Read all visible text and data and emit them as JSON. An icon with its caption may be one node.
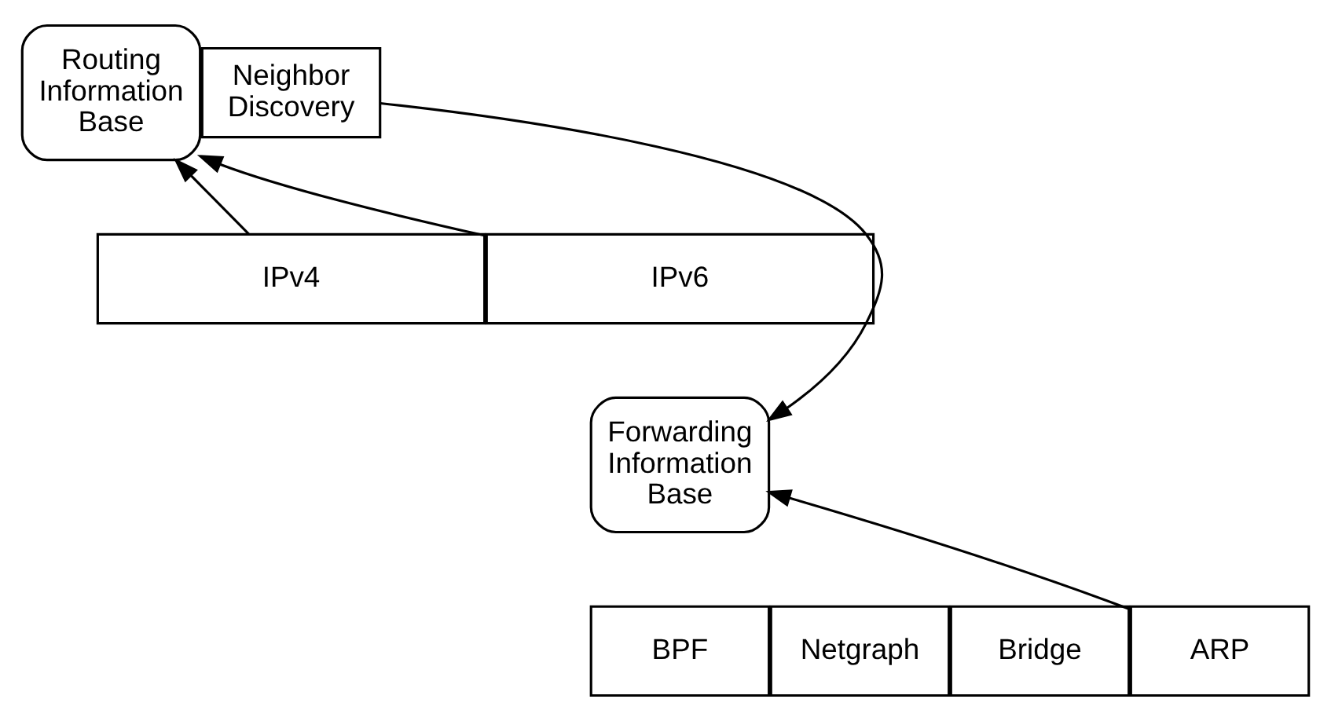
{
  "diagram": {
    "nodes": [
      {
        "text": [
          "Routing Information Base"
        ]
      },
      {
        "text": [
          "IPv4"
        ]
      },
      {
        "text": [
          "IPv6"
        ]
      },
      {
        "text": [
          "Neighbor Discovery"
        ]
      },
      {
        "text": [
          "Forwarding Information Base"
        ]
      },
      {
        "text": [
          "BPF"
        ]
      },
      {
        "text": [
          "Netgraph"
        ]
      },
      {
        "text": [
          "Bridge"
        ]
      },
      {
        "text": [
          "ARP"
        ]
      }
    ],
    "edges": [
      {
        "from": 1,
        "to": 0,
        "arrow": "to"
      },
      {
        "from": 2,
        "to": 0,
        "arrow": "to"
      },
      {
        "from": 3,
        "to": 4,
        "arrow": "to"
      },
      {
        "from": 8,
        "to": 4,
        "arrow": "to"
      }
    ]
  }
}
